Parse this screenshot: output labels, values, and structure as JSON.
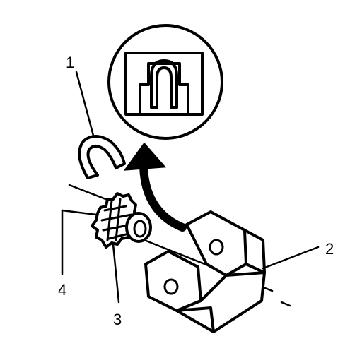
{
  "diagram": {
    "callouts": {
      "c1": "1",
      "c2": "2",
      "c3": "3",
      "c4": "4"
    }
  }
}
